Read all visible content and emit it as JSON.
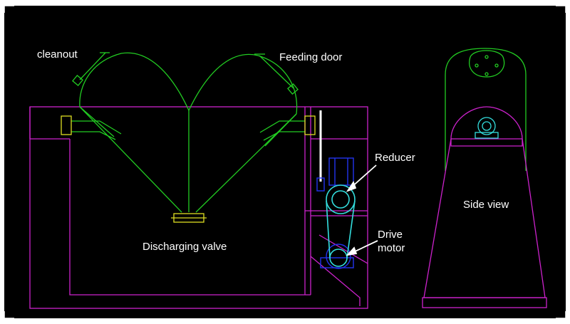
{
  "labels": {
    "cleanout": "cleanout",
    "feeding_door": "Feeding door",
    "reducer": "Reducer",
    "drive_motor_line1": "Drive",
    "drive_motor_line2": "motor",
    "discharging_valve": "Discharging valve",
    "side_view": "Side view"
  },
  "colors": {
    "background": "#000000",
    "frame_border": "#ffffff",
    "vessel": "#22cc22",
    "stand": "#cc22cc",
    "motor": "#2233ee",
    "belt": "#33dddd",
    "valve": "#dddd22",
    "label_text": "#ffffff"
  }
}
